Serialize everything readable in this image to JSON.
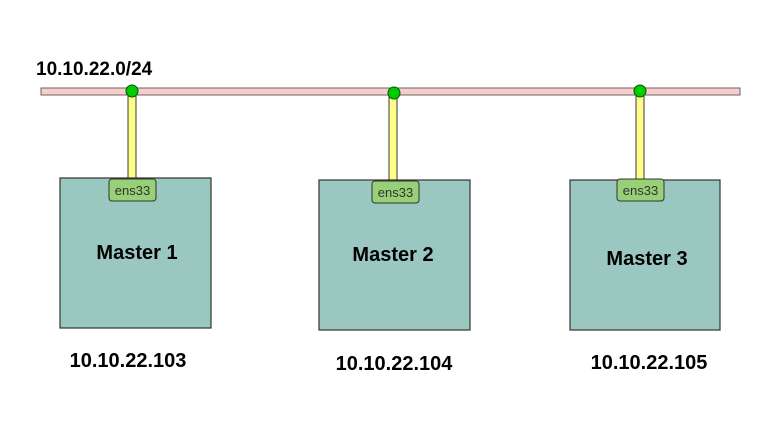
{
  "network": {
    "subnet": "10.10.22.0/24"
  },
  "nodes": [
    {
      "name": "Master 1",
      "interface": "ens33",
      "ip": "10.10.22.103"
    },
    {
      "name": "Master 2",
      "interface": "ens33",
      "ip": "10.10.22.104"
    },
    {
      "name": "Master 3",
      "interface": "ens33",
      "ip": "10.10.22.105"
    }
  ],
  "colors": {
    "bus_fill": "#f8cecc",
    "bus_stroke": "#666666",
    "connector_fill": "#ffff88",
    "connector_stroke": "#36393d",
    "junction_fill": "#00cc00",
    "node_fill": "#9ac7bf",
    "node_stroke": "#333333",
    "iface_fill": "#97d077",
    "iface_stroke": "#333333"
  }
}
